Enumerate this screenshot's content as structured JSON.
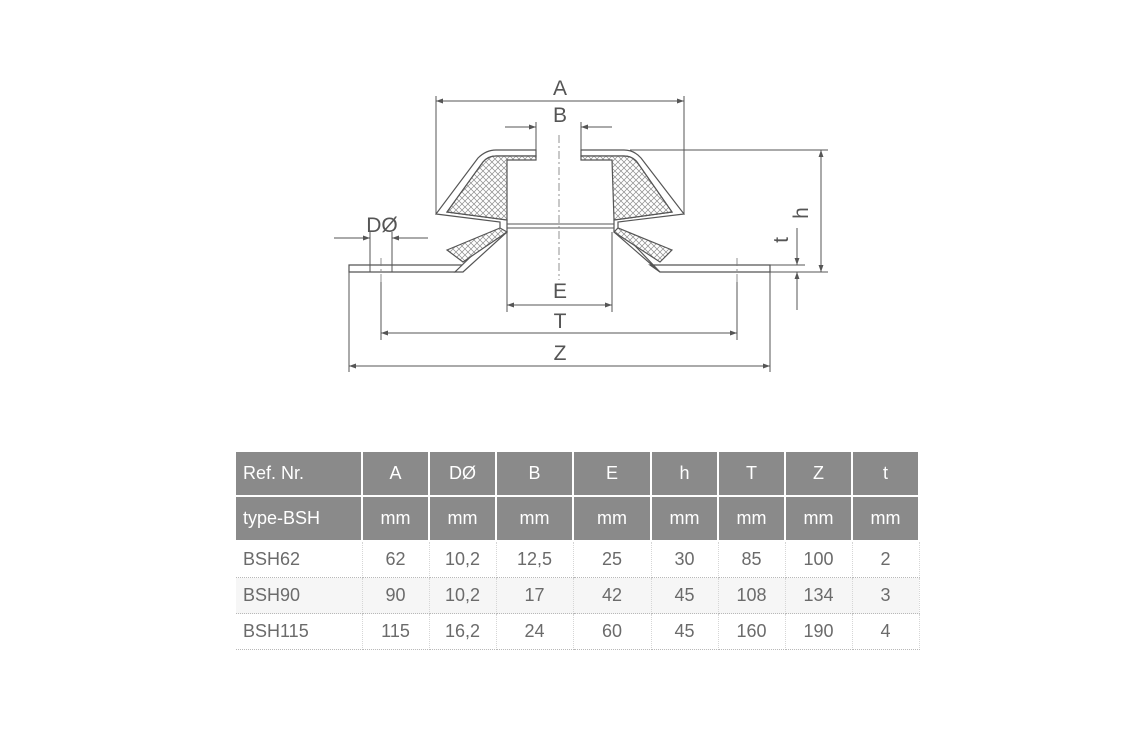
{
  "diagram": {
    "labels": {
      "A": "A",
      "B": "B",
      "D": "DØ",
      "h": "h",
      "t": "t",
      "E": "E",
      "T": "T",
      "Z": "Z"
    }
  },
  "table": {
    "header_row1": [
      "Ref. Nr.",
      "A",
      "DØ",
      "B",
      "E",
      "h",
      "T",
      "Z",
      "t"
    ],
    "header_row2": [
      "type-BSH",
      "mm",
      "mm",
      "mm",
      "mm",
      "mm",
      "mm",
      "mm",
      "mm"
    ],
    "rows": [
      [
        "BSH62",
        "62",
        "10,2",
        "12,5",
        "25",
        "30",
        "85",
        "100",
        "2"
      ],
      [
        "BSH90",
        "90",
        "10,2",
        "17",
        "42",
        "45",
        "108",
        "134",
        "3"
      ],
      [
        "BSH115",
        "115",
        "16,2",
        "24",
        "60",
        "45",
        "160",
        "190",
        "4"
      ]
    ]
  },
  "colors": {
    "header_bg": "#8a8a8a",
    "header_text": "#ffffff",
    "cell_text": "#6b6b6b",
    "line": "#555555"
  }
}
